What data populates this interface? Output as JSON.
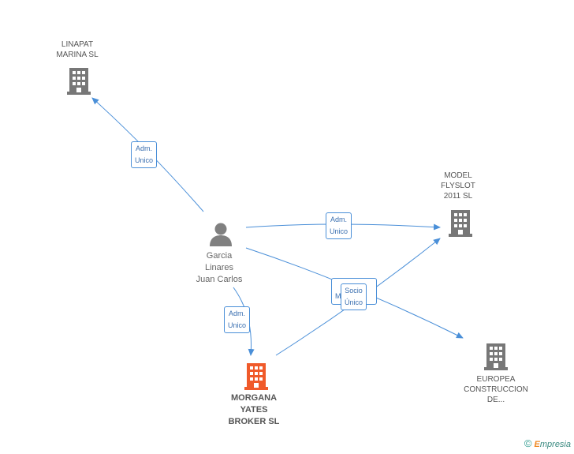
{
  "nodes": {
    "linapat": {
      "lines": [
        "LINAPAT",
        "MARINA  SL"
      ]
    },
    "model": {
      "lines": [
        "MODEL",
        "FLYSLOT",
        "2011 SL"
      ]
    },
    "person": {
      "lines": [
        "Garcia",
        "Linares",
        "Juan Carlos"
      ]
    },
    "morgana": {
      "lines": [
        "MORGANA",
        "YATES",
        "BROKER SL"
      ]
    },
    "europea": {
      "lines": [
        "EUROPEA",
        "CONSTRUCCION",
        "DE..."
      ]
    }
  },
  "edges": {
    "adm_linapat": {
      "line1": "Adm.",
      "line2": "Unico"
    },
    "adm_model": {
      "line1": "Adm.",
      "line2": "Unico"
    },
    "adm_morgana": {
      "line1": "Adm.",
      "line2": "Unico"
    },
    "socio": {
      "line1": "Socio",
      "line2": "Único"
    },
    "hidden_badge_char": "M"
  },
  "icons": {
    "company": "building-icon",
    "person": "person-icon"
  },
  "colors": {
    "edge": "#4a8fd8",
    "company": "#777777",
    "main_company": "#f05a2a",
    "person": "#808080"
  },
  "footer": {
    "copyright": "©",
    "brand_letter": "E",
    "brand_rest": "mpresia"
  }
}
